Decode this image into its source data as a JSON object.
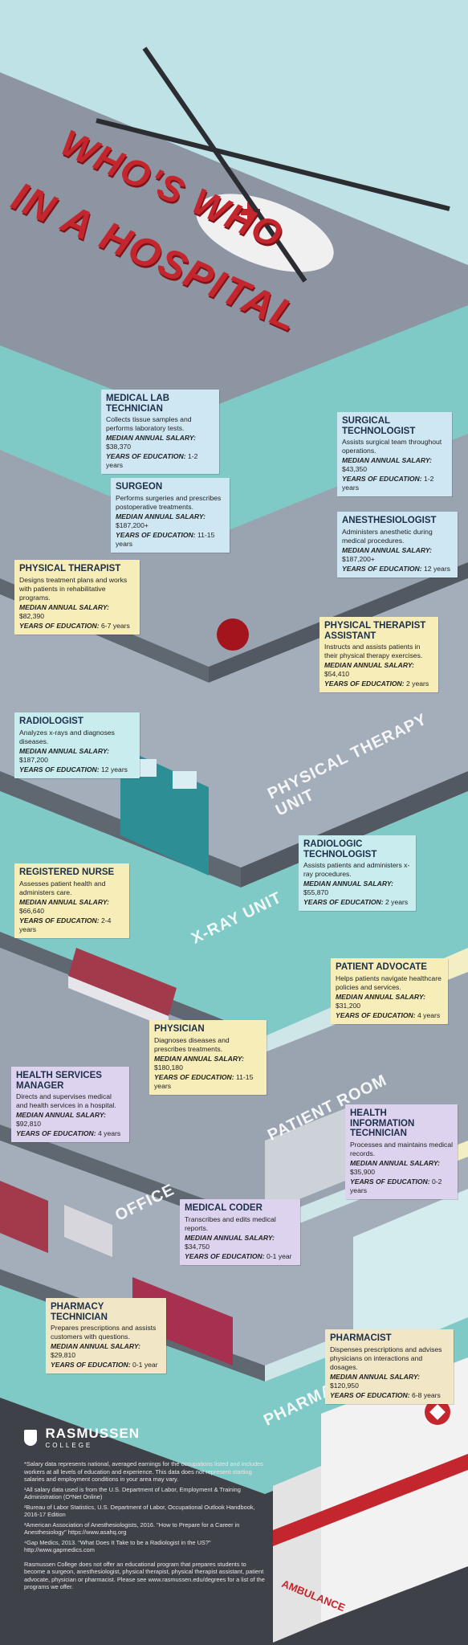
{
  "title": {
    "line1": "WHO'S WHO",
    "line2": "IN A HOSPITAL"
  },
  "colors": {
    "title_red": "#c4262e",
    "floor_gray": "#8e97a4",
    "wall_teal": "#6fc6c7",
    "navy": "#1c2f4a"
  },
  "cards": {
    "medical_lab_technician": {
      "role": "MEDICAL LAB TECHNICIAN",
      "desc": "Collects tissue samples and performs laboratory tests.",
      "salary_label": "MEDIAN ANNUAL SALARY:",
      "salary": "$38,370",
      "edu_label": "YEARS OF EDUCATION:",
      "edu": "1-2 years"
    },
    "surgical_technologist": {
      "role": "SURGICAL TECHNOLOGIST",
      "desc": "Assists surgical team throughout operations.",
      "salary_label": "MEDIAN ANNUAL SALARY:",
      "salary": "$43,350",
      "edu_label": "YEARS OF EDUCATION:",
      "edu": "1-2 years"
    },
    "surgeon": {
      "role": "SURGEON",
      "desc": "Performs surgeries and prescribes postoperative treatments.",
      "salary_label": "MEDIAN ANNUAL SALARY:",
      "salary": "$187,200+",
      "edu_label": "YEARS OF EDUCATION:",
      "edu": "11-15 years"
    },
    "anesthesiologist": {
      "role": "ANESTHESIOLOGIST",
      "desc": "Administers anesthetic during medical procedures.",
      "salary_label": "MEDIAN ANNUAL SALARY:",
      "salary": "$187,200+",
      "edu_label": "YEARS OF EDUCATION:",
      "edu": "12 years"
    },
    "physical_therapist": {
      "role": "PHYSICAL THERAPIST",
      "desc": "Designs treatment plans and works with patients in rehabilitative programs.",
      "salary_label": "MEDIAN ANNUAL SALARY:",
      "salary": "$82,390",
      "edu_label": "YEARS OF EDUCATION:",
      "edu": "6-7 years"
    },
    "physical_therapist_assistant": {
      "role": "PHYSICAL THERAPIST ASSISTANT",
      "desc": "Instructs and assists patients in their physical therapy exercises.",
      "salary_label": "MEDIAN ANNUAL SALARY:",
      "salary": "$54,410",
      "edu_label": "YEARS OF EDUCATION:",
      "edu": "2 years"
    },
    "radiologist": {
      "role": "RADIOLOGIST",
      "desc": "Analyzes x-rays and diagnoses diseases.",
      "salary_label": "MEDIAN ANNUAL SALARY:",
      "salary": "$187,200",
      "edu_label": "YEARS OF EDUCATION:",
      "edu": "12 years"
    },
    "radiologic_technologist": {
      "role": "RADIOLOGIC TECHNOLOGIST",
      "desc": "Assists patients and administers x-ray procedures.",
      "salary_label": "MEDIAN ANNUAL SALARY:",
      "salary": "$55,870",
      "edu_label": "YEARS OF EDUCATION:",
      "edu": "2 years"
    },
    "registered_nurse": {
      "role": "REGISTERED NURSE",
      "desc": "Assesses patient health and administers care.",
      "salary_label": "MEDIAN ANNUAL SALARY:",
      "salary": "$66,640",
      "edu_label": "YEARS OF EDUCATION:",
      "edu": "2-4 years"
    },
    "patient_advocate": {
      "role": "PATIENT ADVOCATE",
      "desc": "Helps patients navigate healthcare policies and services.",
      "salary_label": "MEDIAN ANNUAL SALARY:",
      "salary": "$31,200",
      "edu_label": "YEARS OF EDUCATION:",
      "edu": "4 years"
    },
    "physician": {
      "role": "PHYSICIAN",
      "desc": "Diagnoses diseases and prescribes treatments.",
      "salary_label": "MEDIAN ANNUAL SALARY:",
      "salary": "$180,180",
      "edu_label": "YEARS OF EDUCATION:",
      "edu": "11-15 years"
    },
    "health_services_manager": {
      "role": "HEALTH SERVICES MANAGER",
      "desc": "Directs and supervises medical and health services in a hospital.",
      "salary_label": "MEDIAN ANNUAL SALARY:",
      "salary": "$92,810",
      "edu_label": "YEARS OF EDUCATION:",
      "edu": "4 years"
    },
    "health_information_technician": {
      "role": "HEALTH INFORMATION TECHNICIAN",
      "desc": "Processes and maintains medical records.",
      "salary_label": "MEDIAN ANNUAL SALARY:",
      "salary": "$35,900",
      "edu_label": "YEARS OF EDUCATION:",
      "edu": "0-2 years"
    },
    "medical_coder": {
      "role": "MEDICAL CODER",
      "desc": "Transcribes and edits medical reports.",
      "salary_label": "MEDIAN ANNUAL SALARY:",
      "salary": "$34,750",
      "edu_label": "YEARS OF EDUCATION:",
      "edu": "0-1 year"
    },
    "pharmacy_technician": {
      "role": "PHARMACY TECHNICIAN",
      "desc": "Prepares prescriptions and assists customers with questions.",
      "salary_label": "MEDIAN ANNUAL SALARY:",
      "salary": "$29,810",
      "edu_label": "YEARS OF EDUCATION:",
      "edu": "0-1 year"
    },
    "pharmacist": {
      "role": "PHARMACIST",
      "desc": "Dispenses prescriptions and advises physicians on interactions and dosages.",
      "salary_label": "MEDIAN ANNUAL SALARY:",
      "salary": "$120,950",
      "edu_label": "YEARS OF EDUCATION:",
      "edu": "6-8 years"
    }
  },
  "units": {
    "physical_therapy": "PHYSICAL THERAPY UNIT",
    "xray": "X-RAY UNIT",
    "patient_room": "PATIENT ROOM",
    "office": "OFFICE",
    "pharmacy": "PHARMACY"
  },
  "ambulance_label": "AMBULANCE",
  "brand": {
    "name": "RASMUSSEN",
    "sub": "COLLEGE"
  },
  "footnotes": {
    "n1": "*Salary data represents national, averaged earnings for the occupations listed and includes workers at all levels of education and experience. This data does not represent starting salaries and employment conditions in your area may vary.",
    "n2": "¹All salary data used is from the U.S. Department of Labor, Employment & Training Administration (O*Net Online)",
    "n3": "²Bureau of Labor Statistics, U.S. Department of Labor, Occupational Outlook Handbook, 2016-17 Edition",
    "n4": "³American Association of Anesthesiologists, 2016. \"How to Prepare for a Career in Anesthesiology\" https://www.asahq.org",
    "n5": "⁴Gap Medics, 2013. \"What Does It Take to be a Radiologist in the US?\" http://www.gapmedics.com",
    "disclaimer": "Rasmussen College does not offer an educational program that prepares students to become a surgeon, anesthesiologist, physical therapist, physical therapist assistant, patient advocate, physician or pharmacist. Please see www.rasmussen.edu/degrees for a list of the programs we offer."
  }
}
